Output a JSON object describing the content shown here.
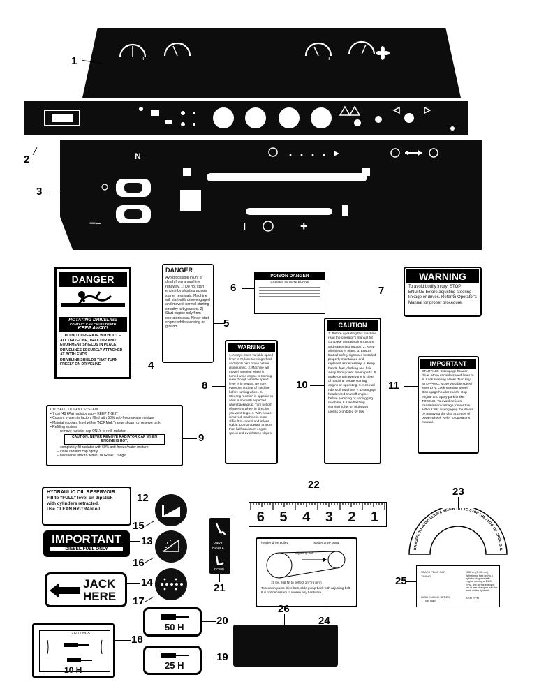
{
  "callouts": [
    "1",
    "2",
    "3",
    "4",
    "5",
    "6",
    "7",
    "8",
    "9",
    "10",
    "11",
    "12",
    "13",
    "14",
    "15",
    "16",
    "17",
    "18",
    "19",
    "20",
    "21",
    "22",
    "23",
    "24",
    "25",
    "26"
  ],
  "panel3": {
    "minus": "−",
    "plus": "+",
    "bar_minus": "I"
  },
  "decal4": {
    "header": "DANGER",
    "title": "ROTATING DRIVELINE",
    "line1": "CONTACT CAN CAUSE DEATH",
    "line2": "KEEP AWAY!",
    "dont": "DO NOT OPERATE WITHOUT –",
    "items": [
      "ALL DRIVELINE, TRACTOR AND EQUIPMENT SHIELDS IN PLACE",
      "DRIVELINES SECURELY ATTACHED AT BOTH ENDS",
      "DRIVELINE SHIELDS THAT TURN FREELY ON DRIVELINE"
    ]
  },
  "decal5": {
    "header": "DANGER",
    "body": "Avoid possible injury or death from a machine runaway. 1) Do not start engine by shorting across starter terminals. Machine will start with drive engaged and move if normal starting circuitry is bypassed. 2) Start engine only from operator's seat. Never start engine while standing on ground."
  },
  "decal6": {
    "header": "POISON  DANGER",
    "body": "CAUSES SEVERE BURNS"
  },
  "decal7": {
    "header": "WARNING",
    "body": "To avoid bodily injury: STOP ENGINE before adjusting steering linkage or drives. Refer to Operator's Manual for proper procedure."
  },
  "decal8": {
    "header": "WARNING",
    "body": "1. Always move variable speed lever to N, lock steering wheel and apply park brake before dismounting. 2. Machine will move if steering wheel is turned while engine is running, even though variable speed lever is in neutral. Be sure everyone is clear of machine before turning wheel. 3. Steering reaction is opposite to what is normally expected when backing up. Turn bottom of steering wheel in direction you want to go. 4. With header removed, machine is more difficult to control and is less stable. Do not operate at more than half maximum engine speed and avoid steep slopes."
  },
  "decal9": {
    "title": "CLOSED COOLANT SYSTEM",
    "l1": "• 7 psi (48 kPa) radiator cap – KEEP TIGHT",
    "l2": "• Coolant system is factory filled with 50% anti-freeze/water mixture",
    "l3": "• Maintain coolant level within \"NORMAL\" range shown on reserve tank",
    "l4": "• Refilling system",
    "l5": "– remove radiator cap ONLY to refill radiator.",
    "caution": "CAUTION: NEVER REMOVE RADIATOR CAP WHEN ENGINE IS HOT.",
    "l6": "– completely fill radiator with 50% anti-freeze/water mixture",
    "l7": "– close radiator cap tightly",
    "l8": "– fill reserve tank to within \"NORMAL\" range."
  },
  "decal10": {
    "header": "CAUTION",
    "body": "1. Before operating this machine read the operator's manual for complete operating instructions and safety information. 2. Keep all shields in place. 3. Ensure that all safety signs are installed, properly maintained and replaced as necessary. 4. Keep hands, feet, clothing and hair away from power driven parts. 5. Make certain everyone is clear of machine before starting engine or operating. 6. Keep all riders off machine. 7. Disengage header and shut off engine before servicing or unclogging machine. 8. Use flashing warning lights on highways unless prohibited by law."
  },
  "decal11": {
    "header": "IMPORTANT",
    "body": "STARTING: Disengage header drive. Move variable speed lever to N. Lock steering wheel. Turn key. STOPPING: Move variable speed lever to N. Lock steering wheel. Disengage header clutch, stop engine and apply park brake. TOWING: To avoid serious transmission damage, never tow without first disengaging the drives by removing the disc at center of power wheel. Refer to operator's manual."
  },
  "decal12": {
    "l1": "HYDRAULIC OIL RESERVOIR",
    "l2": "Fill to \"FULL\" level on dipstick",
    "l3": "with cylinders retracted.",
    "l4": "Use CLEAN  HY-TRAN  oil"
  },
  "decal13": {
    "title": "IMPORTANT",
    "sub": "DIESEL FUEL ONLY"
  },
  "decal14": {
    "l1": "JACK",
    "l2": "HERE"
  },
  "decal18": {
    "fittings": "2 FITTINGS",
    "hours": "10 H"
  },
  "decal19": {
    "hours": "25 H"
  },
  "decal20": {
    "hours": "50 H"
  },
  "decal21": {
    "l1": "PARK",
    "l2": "BRAKE",
    "l3": "DOWN"
  },
  "decal22": {
    "digits": [
      "6",
      "5",
      "4",
      "3",
      "2",
      "1"
    ]
  },
  "decal23": {
    "text": "DANGER: TO AVOID INJURY, NEVER TRY TO STOP THE FLOW OF CROP. SHUT OFF ENGINE BEFORE CLEANING. REFER TO OPERATOR'S MANUAL FOR INSTRUCTIONS"
  },
  "decal24": {
    "a": "header drive pulley",
    "b": "header drive pump",
    "c": "adjusting bolt",
    "d": "15 lbs. (68 N) to deflect 1/4\" (6 mm)",
    "e": "To tension pump drive belt, slide pump back with adjusting bolt. It is not necessary to loosen any hardware."
  },
  "decal25": {
    "l1": "SPARK PLUG GAP",
    "v1": ".035 in. (0.90 mm)",
    "l2": "TIMING",
    "v2": "With timing light on No.1 cylinder plug and with engine running at 2400 RPM, line up the indicator tab at rear of engine with the mark on the flywheel.",
    "l3": "HIGH ENGINE SPEED",
    "l3b": "(no load)",
    "v3": "2400 RPM"
  }
}
